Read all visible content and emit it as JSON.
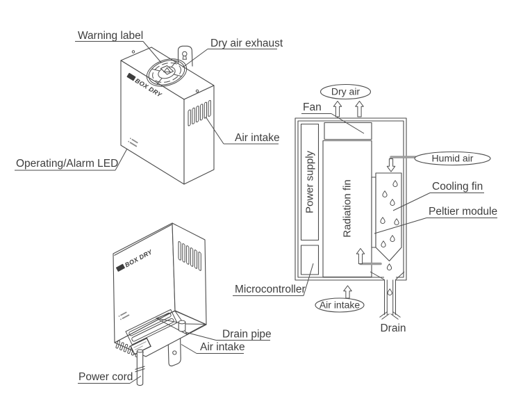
{
  "colors": {
    "line": "#4a4a4a",
    "text": "#3d3d3d",
    "pipe_gray": "#9c9c9c",
    "background": "#ffffff"
  },
  "brand": {
    "logo": "BOX DRY"
  },
  "isometric_top": {
    "labels": {
      "warning": "Warning label",
      "dry_air_exhaust": "Dry air exhaust",
      "air_intake": "Air intake",
      "operating_alarm_led": "Operating/Alarm LED"
    }
  },
  "isometric_bottom": {
    "labels": {
      "drain_pipe": "Drain pipe",
      "air_intake": "Air intake",
      "power_cord": "Power cord"
    }
  },
  "schematic": {
    "flow": {
      "dry_air": "Dry air",
      "humid_air": "Humid air",
      "air_intake": "Air intake"
    },
    "labels": {
      "fan": "Fan",
      "power_supply": "Power supply",
      "radiation_fin": "Radiation fin",
      "cooling_fin": "Cooling fin",
      "peltier_module": "Peltier module",
      "microcontroller": "Microcontroller",
      "drain": "Drain"
    }
  }
}
